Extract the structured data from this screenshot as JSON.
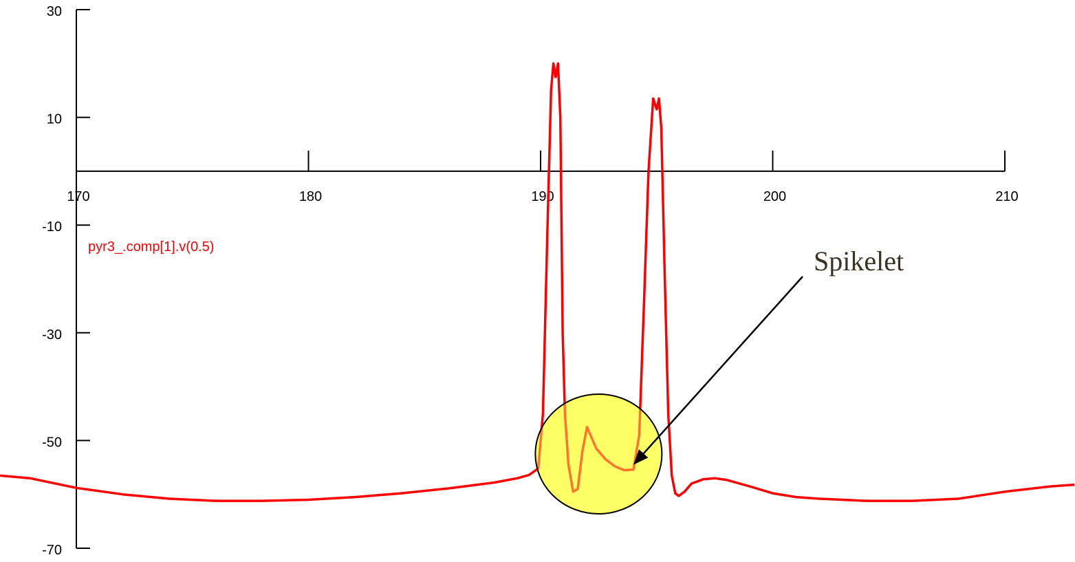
{
  "chart_data": {
    "type": "line",
    "xlim": [
      170,
      210
    ],
    "ylim": [
      -70,
      30
    ],
    "x_ticks": [
      170,
      180,
      190,
      200,
      210
    ],
    "x_tick_labels": [
      "170",
      "180",
      "190",
      "200",
      "210"
    ],
    "y_ticks": [
      30,
      10,
      -10,
      -30,
      -50,
      -70
    ],
    "y_tick_labels": [
      "30",
      "10",
      "-10",
      "-30",
      "-50",
      "-70"
    ],
    "grid": false,
    "series": [
      {
        "name": "pyr3_.comp[1].v(0.5)",
        "color": "#ff0000",
        "x": [
          166.7,
          168.0,
          170.0,
          172.0,
          174.0,
          176.0,
          178.0,
          180.0,
          182.0,
          184.0,
          186.0,
          188.0,
          189.0,
          189.5,
          189.9,
          190.1,
          190.3,
          190.45,
          190.55,
          190.65,
          190.75,
          190.85,
          190.95,
          191.05,
          191.2,
          191.4,
          191.6,
          191.8,
          192.0,
          192.2,
          192.4,
          192.8,
          193.2,
          193.6,
          194.0,
          194.25,
          194.45,
          194.65,
          194.85,
          195.0,
          195.1,
          195.2,
          195.35,
          195.5,
          195.65,
          195.8,
          195.95,
          196.2,
          196.5,
          197.0,
          197.5,
          198.0,
          199.0,
          200.0,
          201.0,
          202.0,
          203.0,
          204.0,
          206.0,
          208.0,
          210.0,
          212.0,
          213.0
        ],
        "y": [
          -56.5,
          -57.0,
          -58.8,
          -60.0,
          -60.8,
          -61.2,
          -61.2,
          -61.0,
          -60.5,
          -59.8,
          -58.9,
          -57.8,
          -57.0,
          -56.4,
          -55.2,
          -45.0,
          -10.0,
          15.0,
          20.0,
          17.5,
          20.0,
          10.0,
          -30.0,
          -45.0,
          -54.5,
          -59.5,
          -59.0,
          -52.0,
          -47.5,
          -49.5,
          -51.5,
          -53.5,
          -54.8,
          -55.5,
          -55.4,
          -49.0,
          -25.0,
          0.0,
          13.5,
          11.5,
          13.5,
          8.0,
          -20.0,
          -45.0,
          -56.5,
          -59.8,
          -60.3,
          -59.5,
          -58.0,
          -57.2,
          -57.0,
          -57.3,
          -58.5,
          -59.8,
          -60.5,
          -60.8,
          -61.0,
          -61.2,
          -61.2,
          -60.8,
          -59.5,
          -58.5,
          -58.2
        ]
      }
    ],
    "annotations": [
      {
        "text": "Spikelet",
        "points_to": {
          "x": 194.0,
          "y": -54.5
        },
        "highlight_circle_center": {
          "x": 192.5,
          "y": -52.5
        },
        "highlight_color": "#ffff66"
      }
    ]
  }
}
